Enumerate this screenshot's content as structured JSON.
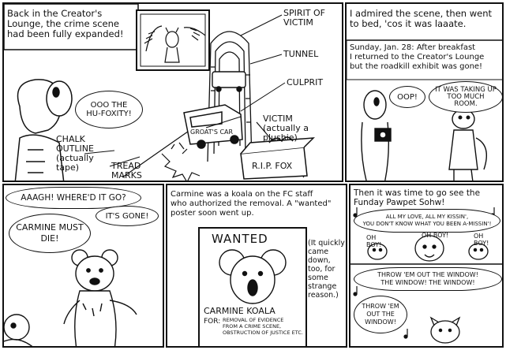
{
  "panel1": {
    "caption": "Back in the Creator's\nLounge, the crime scene\nhad been fully expanded!",
    "labels": {
      "spirit": "SPIRIT OF\nVICTIM",
      "tunnel": "TUNNEL",
      "culprit": "CULPRIT",
      "victim": "VICTIM\n(actually a plushie)",
      "chalk": "CHALK\nOUTLINE\n(actually\ntape)",
      "tread": "TREAD\nMARKS"
    },
    "speech": "OOO THE\nHU-FOXITY!",
    "car_label": "GROAT'S CAR",
    "box_label": "R.I.P. FOX"
  },
  "panel2": {
    "caption_top": "I admired the scene, then went\nto bed, 'cos it was laaate.",
    "caption_sub": "Sunday, Jan. 28: After breakfast\nI returned to the Creator's Lounge\nbut the roadkill exhibit was gone!",
    "speech_turtle": "OOP!",
    "speech_fox": "IT WAS TAKING UP\nTOO MUCH\nROOM."
  },
  "panel3": {
    "speech1": "AAAGH! WHERE'D IT GO?",
    "speech2": "IT'S GONE!",
    "speech3": "CARMINE MUST\nDIE!"
  },
  "panel4": {
    "caption": "Carmine was a koala on the FC staff\nwho authorized the removal. A \"wanted\"\nposter soon went up.",
    "poster_title": "WANTED",
    "poster_name": "CARMINE KOALA",
    "poster_for_label": "FOR:",
    "poster_for_text": "REMOVAL OF EVIDENCE\nFROM A CRIME SCENE,\nOBSTRUCTION OF JUSTICE ETC.",
    "aside": "(It quickly\ncame down,\ntoo, for\nsome\nstrange\nreason.)"
  },
  "panel5": {
    "caption": "Then it was time to go see the\nFunday Pawpet Sohw!",
    "song1": "ALL MY LOVE, ALL MY KISSIN',\nYOU DON'T KNOW WHAT YOU BEEN A-MISSIN'!",
    "ohboy1": "OH BOY!",
    "ohboy2": "OH\nBOY!",
    "ohboy3": "OH\nBOY!",
    "song2": "THROW 'EM OUT THE WINDOW!\nTHE WINDOW! THE WINDOW!",
    "song3": "THROW 'EM\nOUT THE\nWINDOW!"
  }
}
